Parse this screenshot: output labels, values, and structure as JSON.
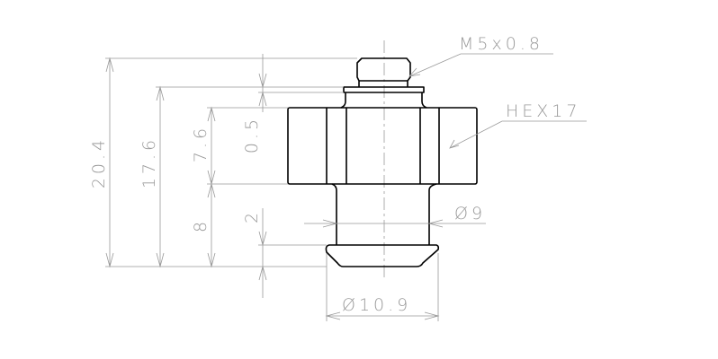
{
  "drawing": {
    "callouts": {
      "thread": "M5x0.8",
      "hex": "HEX17"
    },
    "dimensions": {
      "overall_height": "20.4",
      "height_to_collar": "17.6",
      "hex_height": "7.6",
      "lower_height": "8",
      "collar_thickness": "0.5",
      "flange_thickness": "2",
      "neck_diameter": "Ø9",
      "flange_diameter": "Ø10.9"
    },
    "colors": {
      "outline": "#000000",
      "dimension": "#999999"
    }
  }
}
